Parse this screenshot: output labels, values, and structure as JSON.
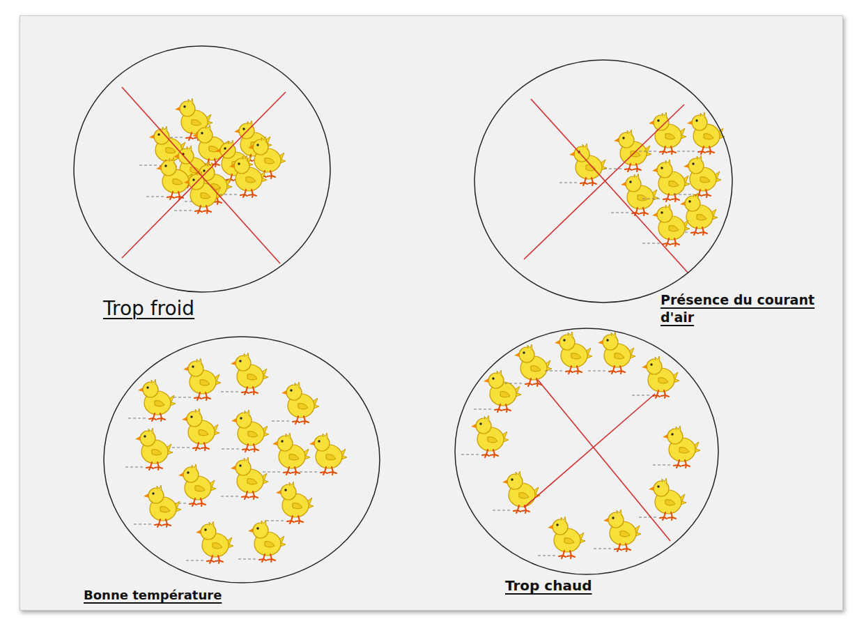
{
  "diagram": {
    "nodes": [
      {
        "text": [
          "Trop froid"
        ]
      },
      {
        "text": [
          "Présence du courant d'air"
        ]
      },
      {
        "text": [
          "Bonne température"
        ]
      },
      {
        "text": [
          "Trop chaud"
        ]
      }
    ]
  }
}
